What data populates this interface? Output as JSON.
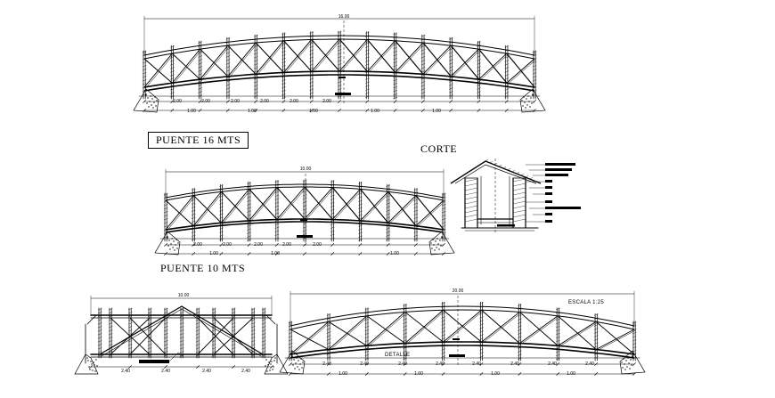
{
  "labels": {
    "puente_16": "PUENTE 16 MTS",
    "corte": "CORTE",
    "puente_10": "PUENTE 10 MTS",
    "detalle": "DETALLE",
    "escala": "ESCALA 1:25"
  },
  "dimensions": {
    "b1_total": "16.00",
    "b1_segments": [
      "2.00",
      "2.00",
      "2.00",
      "2.00",
      "2.00",
      "2.00"
    ],
    "b1_lower": [
      "1.00",
      "1.00",
      "1.00",
      "1.00",
      "1.00"
    ],
    "b2_total": "10.00",
    "b2_segments": [
      "2.00",
      "2.00",
      "2.00",
      "2.00",
      "2.00"
    ],
    "b2_lower": [
      "1.00",
      "1.00",
      "1.00"
    ],
    "b3_total": "10.00",
    "b3_segments": [
      "2.40",
      "2.40",
      "2.40",
      "2.40"
    ],
    "b4_total": "20.00",
    "b4_segments": [
      "2.40",
      "2.40",
      "2.40",
      "2.40",
      "2.40",
      "2.40",
      "2.40",
      "2.40"
    ],
    "b4_lower": [
      "1.00",
      "1.00",
      "1.00",
      "1.00"
    ]
  }
}
